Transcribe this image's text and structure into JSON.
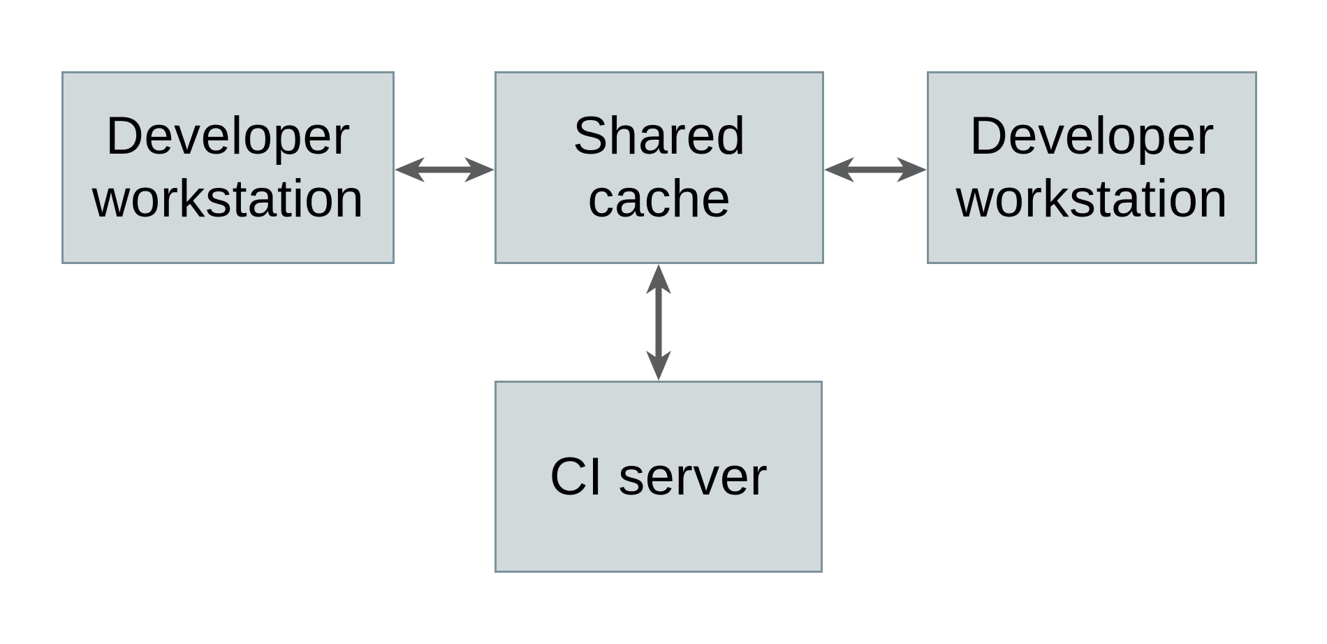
{
  "diagram": {
    "type": "architecture-diagram",
    "nodes": [
      {
        "id": "dev-left",
        "label": "Developer\nworkstation"
      },
      {
        "id": "cache",
        "label": "Shared\ncache"
      },
      {
        "id": "dev-right",
        "label": "Developer\nworkstation"
      },
      {
        "id": "ci",
        "label": "CI server"
      }
    ],
    "edges": [
      {
        "from": "dev-left",
        "to": "cache",
        "direction": "bidirectional",
        "orientation": "horizontal"
      },
      {
        "from": "cache",
        "to": "dev-right",
        "direction": "bidirectional",
        "orientation": "horizontal"
      },
      {
        "from": "cache",
        "to": "ci",
        "direction": "bidirectional",
        "orientation": "vertical"
      }
    ],
    "colors": {
      "node_fill": "#d1d9db",
      "node_border": "#7b929a",
      "arrow": "#5a5c5e",
      "text": "#000000",
      "background": "#ffffff"
    }
  }
}
